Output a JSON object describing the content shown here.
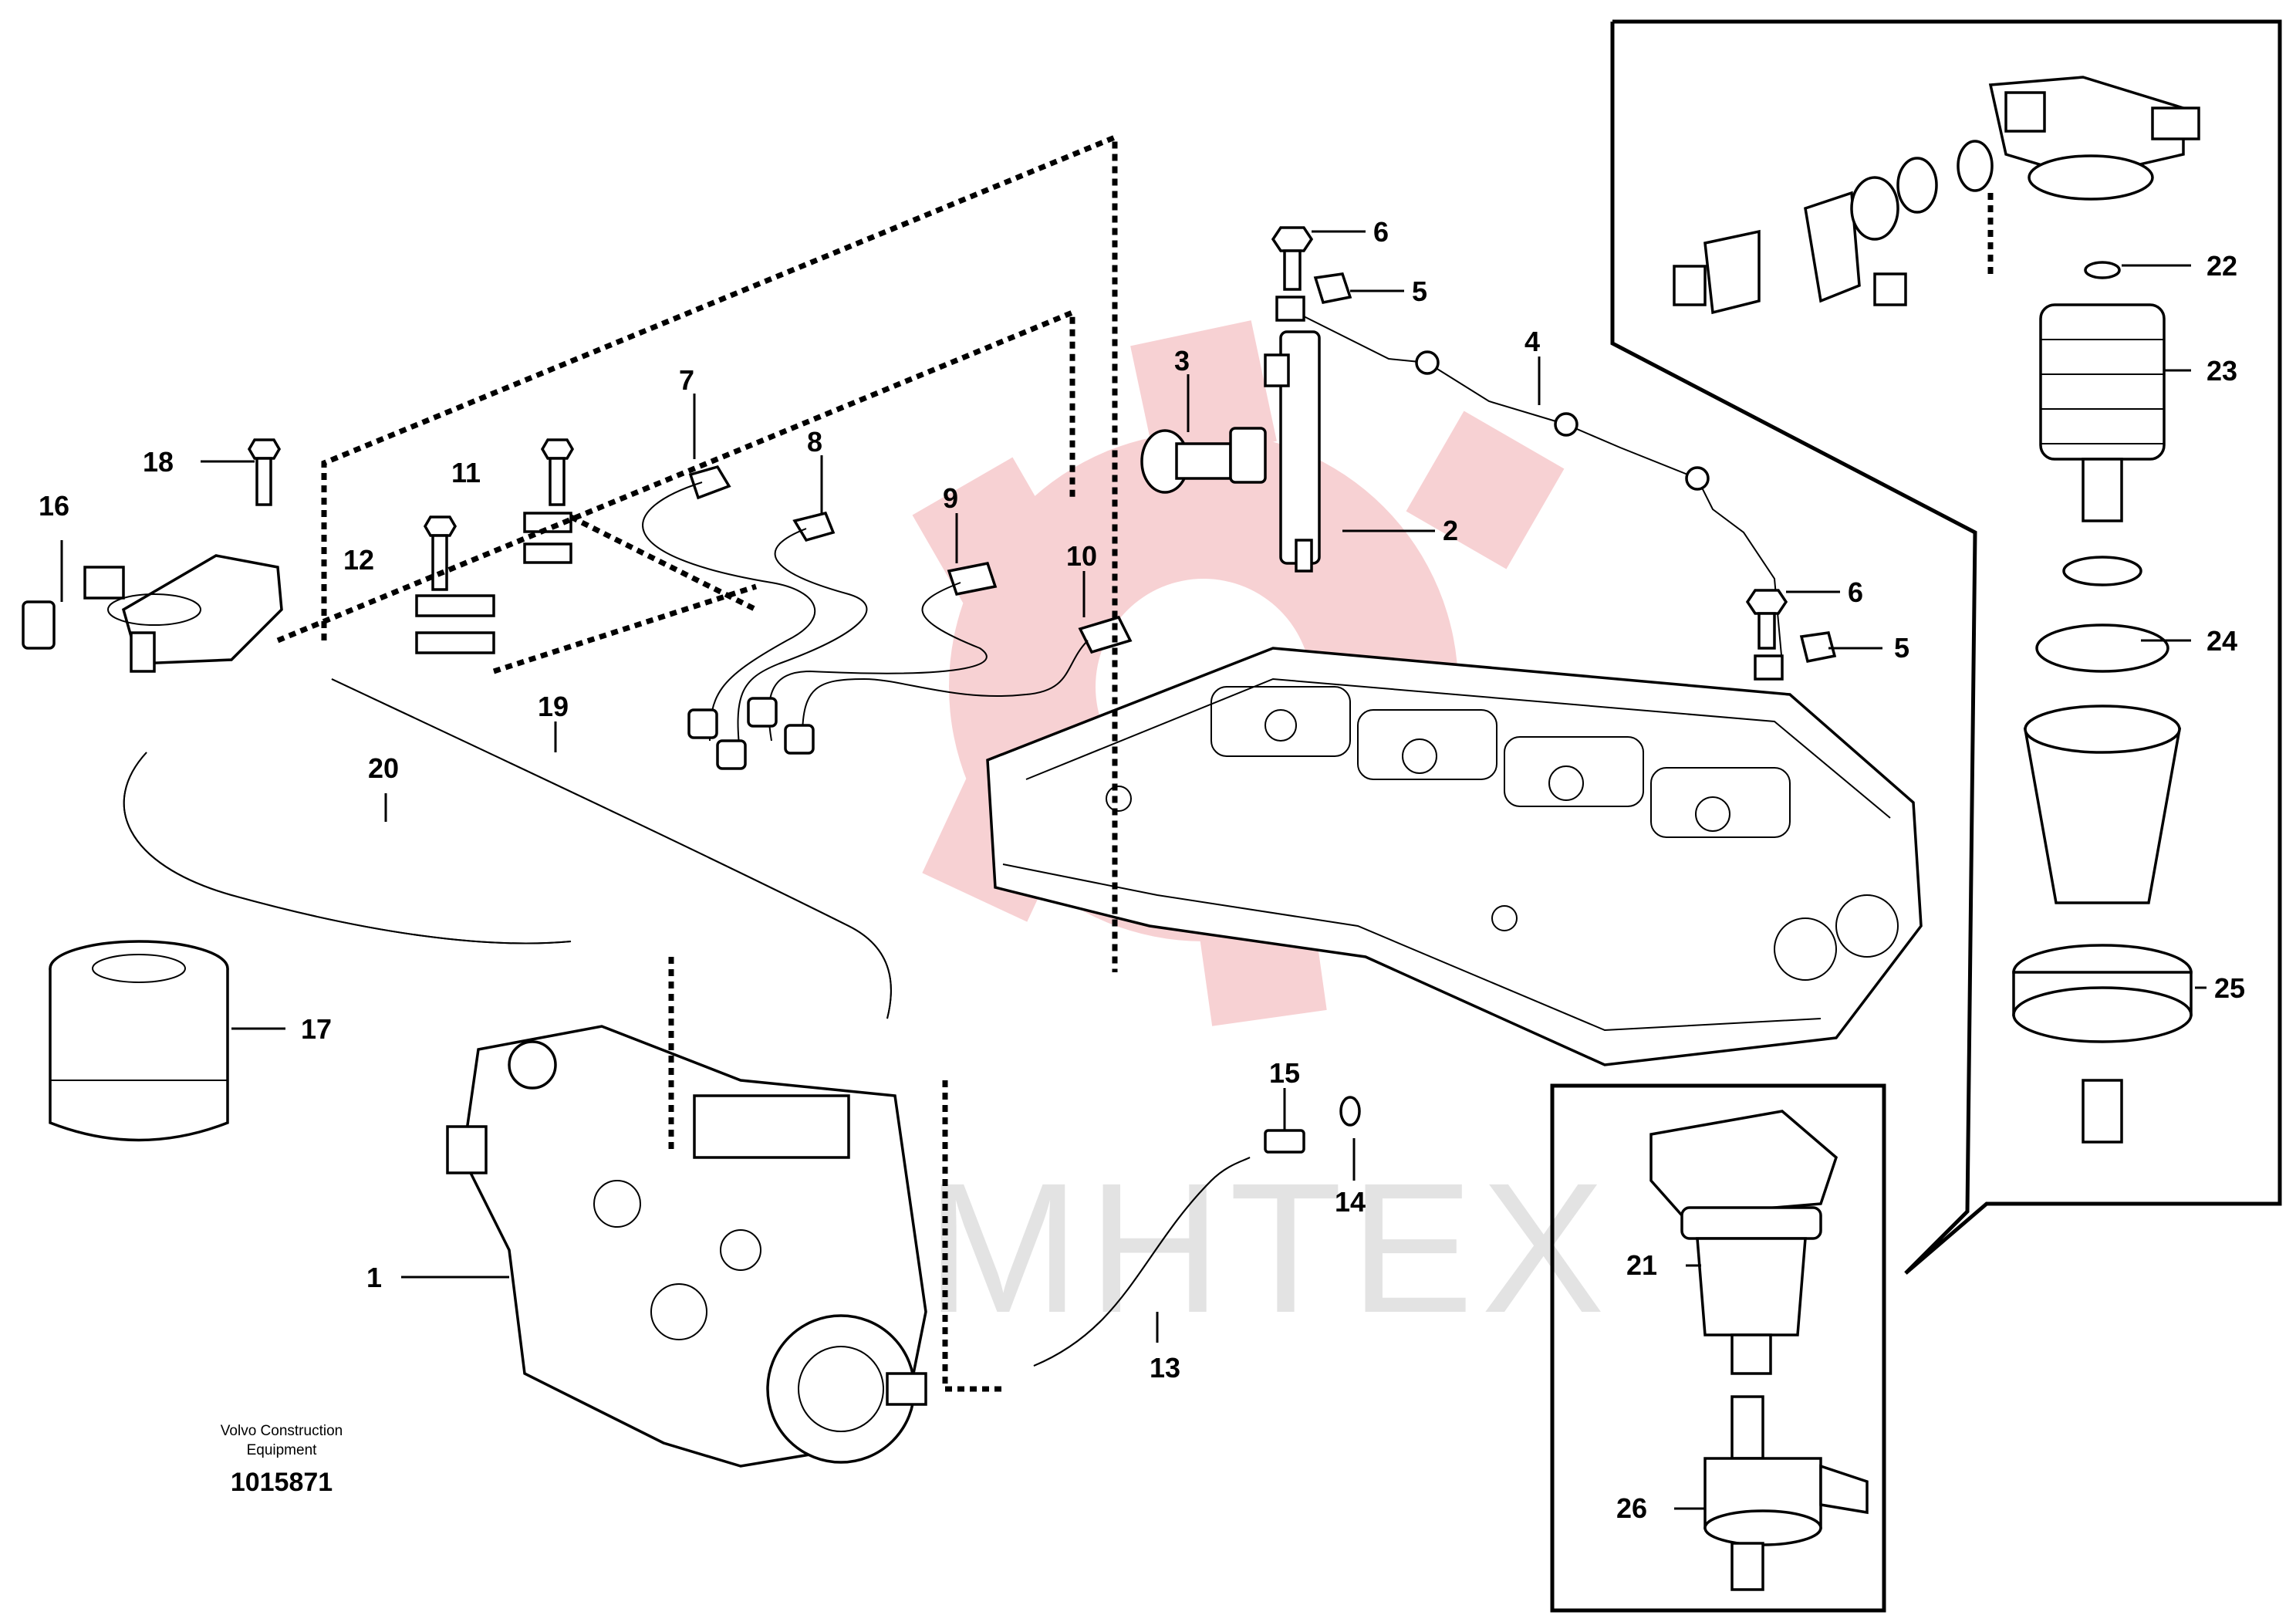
{
  "diagram": {
    "callouts": [
      "1",
      "2",
      "3",
      "4",
      "5",
      "5",
      "6",
      "6",
      "7",
      "8",
      "9",
      "10",
      "11",
      "12",
      "13",
      "14",
      "15",
      "16",
      "17",
      "18",
      "19",
      "20",
      "21",
      "22",
      "23",
      "24",
      "25",
      "26"
    ],
    "caption_lines": [
      "Volvo Construction",
      "Equipment"
    ],
    "document_number": "1015871",
    "watermark": "MHTEX"
  }
}
